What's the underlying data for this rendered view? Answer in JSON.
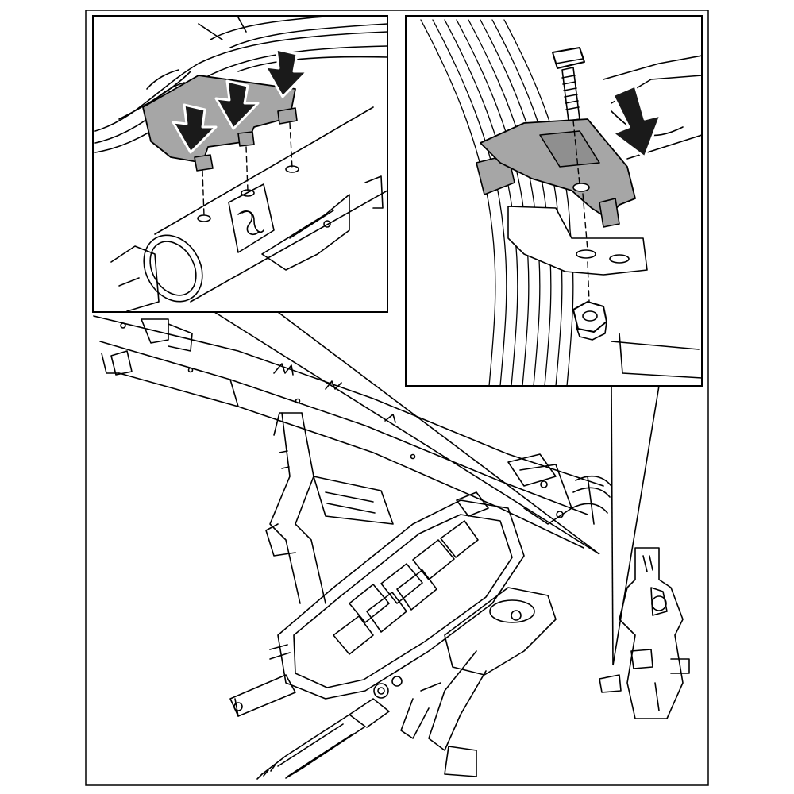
{
  "diagram": {
    "style": "technical line illustration, exploded assembly view",
    "colors": {
      "line": "#000000",
      "background": "#ffffff",
      "part_fill": "#a6a6a6",
      "part_fill_dark": "#8f8f8f",
      "arrow_fill": "#1a1a1a"
    },
    "text_labels": [],
    "insets": [
      {
        "id": "inset-left",
        "subject": "wiring-harness-clips-into-crossmember-holes",
        "arrow_count": 3,
        "guide_line_count": 3
      },
      {
        "id": "inset-right",
        "subject": "harness-bracket-bolt-and-nut",
        "arrow_count": 1,
        "guide_line_count": 2
      }
    ],
    "main_view": {
      "subject": "steering-column-crossmember-and-pedal-assembly"
    }
  }
}
